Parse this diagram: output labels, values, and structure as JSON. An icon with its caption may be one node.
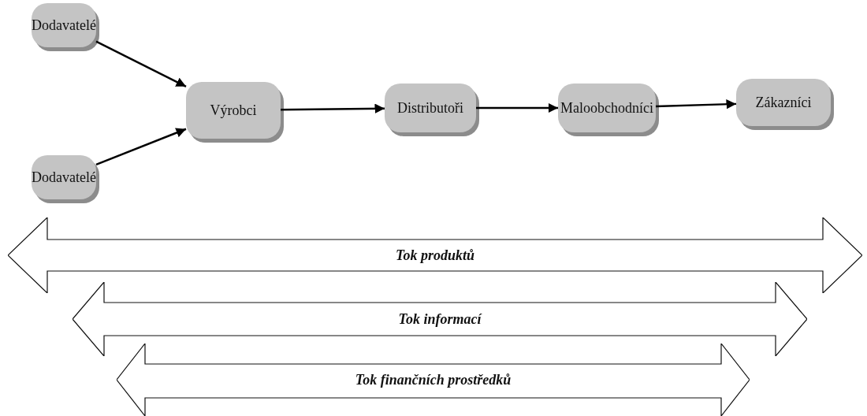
{
  "diagram": {
    "nodes": [
      {
        "text": [
          "Dodavatelé"
        ]
      },
      {
        "text": [
          "Dodavatelé"
        ]
      },
      {
        "text": [
          "Výrobci"
        ]
      },
      {
        "text": [
          "Distributoři"
        ]
      },
      {
        "text": [
          "Maloobchodníci"
        ]
      },
      {
        "text": [
          "Zákazníci"
        ]
      },
      {
        "text": [
          "Tok produktů"
        ]
      },
      {
        "text": [
          "Tok informací"
        ]
      },
      {
        "text": [
          "Tok finančních prostředků"
        ]
      }
    ],
    "edges": [
      {
        "from": 0,
        "to": 2,
        "arrow": "to"
      },
      {
        "from": 1,
        "to": 2,
        "arrow": "to"
      },
      {
        "from": 2,
        "to": 3,
        "arrow": "to"
      },
      {
        "from": 3,
        "to": 4,
        "arrow": "to"
      },
      {
        "from": 4,
        "to": 5,
        "arrow": "to"
      }
    ]
  }
}
